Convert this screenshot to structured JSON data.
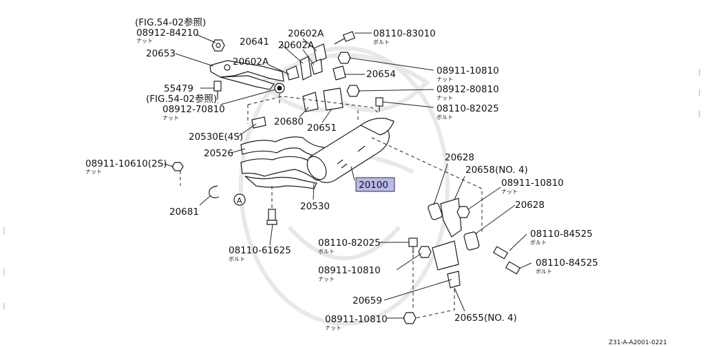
{
  "highlight_color": "#b9b9ee",
  "labels": {
    "fig_ref_top": "(FIG.54-02参照)",
    "nut_84210": "08912-84210",
    "nut_84210_sub": "ナット",
    "p20641": "20641",
    "p20602a_1": "20602A",
    "p20602a_2": "20602A",
    "p20602a_3": "20602A",
    "bolt_83010": "08110-83010",
    "bolt_83010_sub": "ボルト",
    "p20653": "20653",
    "nut_10810_top": "08911-10810",
    "nut_10810_top_sub": "ナット",
    "p20654": "20654",
    "p55479": "55479",
    "fig_ref_mid": "(FIG.54-02参照)",
    "nut_70810": "08912-70810",
    "nut_70810_sub": "ナット",
    "nut_80810": "08912-80810",
    "nut_80810_sub": "ナット",
    "bolt_82025_top": "08110-82025",
    "bolt_82025_top_sub": "ボルト",
    "p20680": "20680",
    "p20651": "20651",
    "p20530e": "20530E(4S)",
    "p20526": "20526",
    "nut_10610": "08911-10610(2S)",
    "nut_10610_sub": "ナット",
    "p20628_top": "20628",
    "p20658": "20658(NO. 4)",
    "nut_10810_right": "08911-10810",
    "nut_10810_right_sub": "ナット",
    "p20100": "20100",
    "p20628_right": "20628",
    "p20681": "20681",
    "marker_a": "A",
    "p20530": "20530",
    "bolt_84525_1": "08110-84525",
    "bolt_84525_1_sub": "ボルト",
    "bolt_82025_bottom": "08110-82025",
    "bolt_82025_bottom_sub": "ボルト",
    "bolt_61625": "08110-61625",
    "bolt_61625_sub": "ボルト",
    "bolt_84525_2": "08110-84525",
    "bolt_84525_2_sub": "ボルト",
    "nut_10810_mid": "08911-10810",
    "nut_10810_mid_sub": "ナット",
    "p20659": "20659",
    "nut_10810_bottom": "08911-10810",
    "nut_10810_bottom_sub": "ナット",
    "p20655": "20655(NO. 4)",
    "diagram_code": "Z31-A-A2001-0221"
  }
}
